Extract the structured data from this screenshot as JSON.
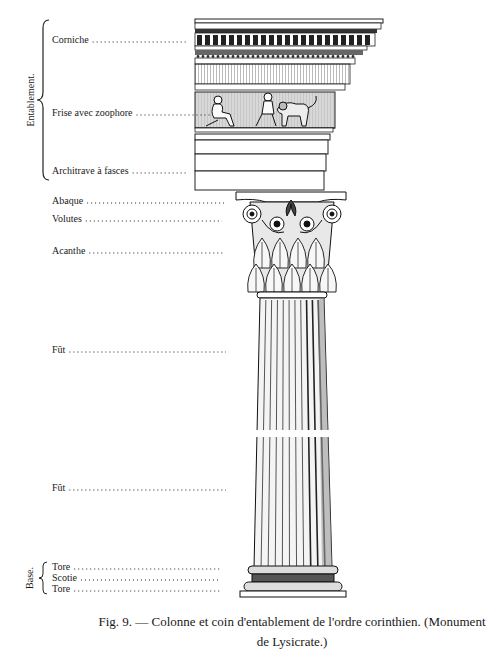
{
  "diagram": {
    "caption": "Fig. 9. — Colonne et coin d'entablement de l'ordre corinthien. (Monument de Lysicrate.)",
    "labels": [
      "Entablement.",
      "Corniche",
      "Frise avec zoophore",
      "Architrave à fasces",
      "Abaque",
      "Volutes",
      "Acanthe",
      "Fût",
      "Fût",
      "Base.",
      "Tore",
      "Scotie",
      "Tore"
    ]
  }
}
